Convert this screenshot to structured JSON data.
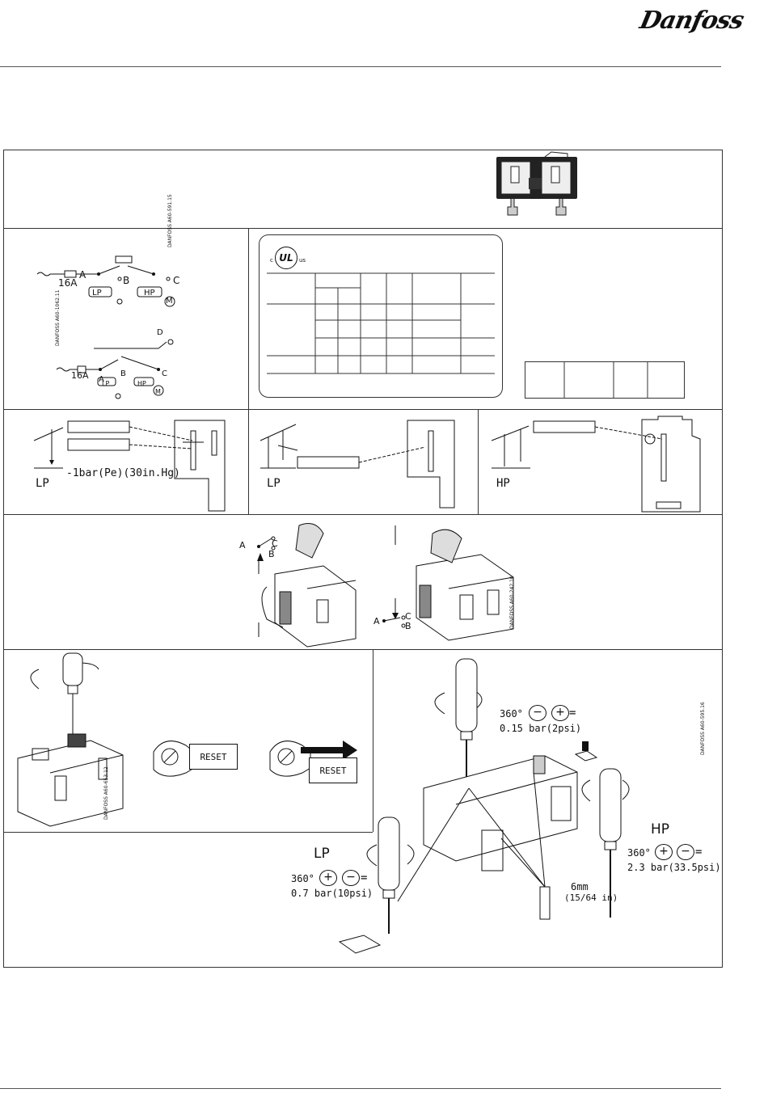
{
  "header": {
    "brand": "Danfoss"
  },
  "circuit": {
    "fuse_top": "16A",
    "fuse_bottom": "16A",
    "lp": "LP",
    "hp": "HP",
    "a": "A",
    "b": "B",
    "c": "C",
    "d": "D",
    "m": "M",
    "code_top": "DANFOSS A60-591.15",
    "code_bottom": "DANFOSS A60-1062.11"
  },
  "ul_mark": {
    "c": "c",
    "ul": "UL",
    "us": "us"
  },
  "setting_diagrams": {
    "lp1_label": "LP",
    "lp1_note": "-1bar(Pe)(30in.Hg)",
    "lp2_label": "LP",
    "hp_label": "HP"
  },
  "contacts": {
    "a": "A",
    "b": "B",
    "c": "C",
    "code": "DANFOSS A60-242.10"
  },
  "reset": {
    "button_1": "RESET",
    "button_2": "RESET",
    "code": "DANFOSS A60-653.12"
  },
  "adjust": {
    "top_rotation": "360°",
    "top_value": "0.15  bar(2psi)",
    "hp_label": "HP",
    "hp_rotation": "360°",
    "hp_value": "2.3  bar(33.5psi)",
    "lp_label": "LP",
    "lp_rotation": "360°",
    "lp_value": "0.7  bar(10psi)",
    "hex_size": "6mm",
    "hex_size_in": "(15/64 in)",
    "code": "DANFOSS A60-595.16"
  }
}
